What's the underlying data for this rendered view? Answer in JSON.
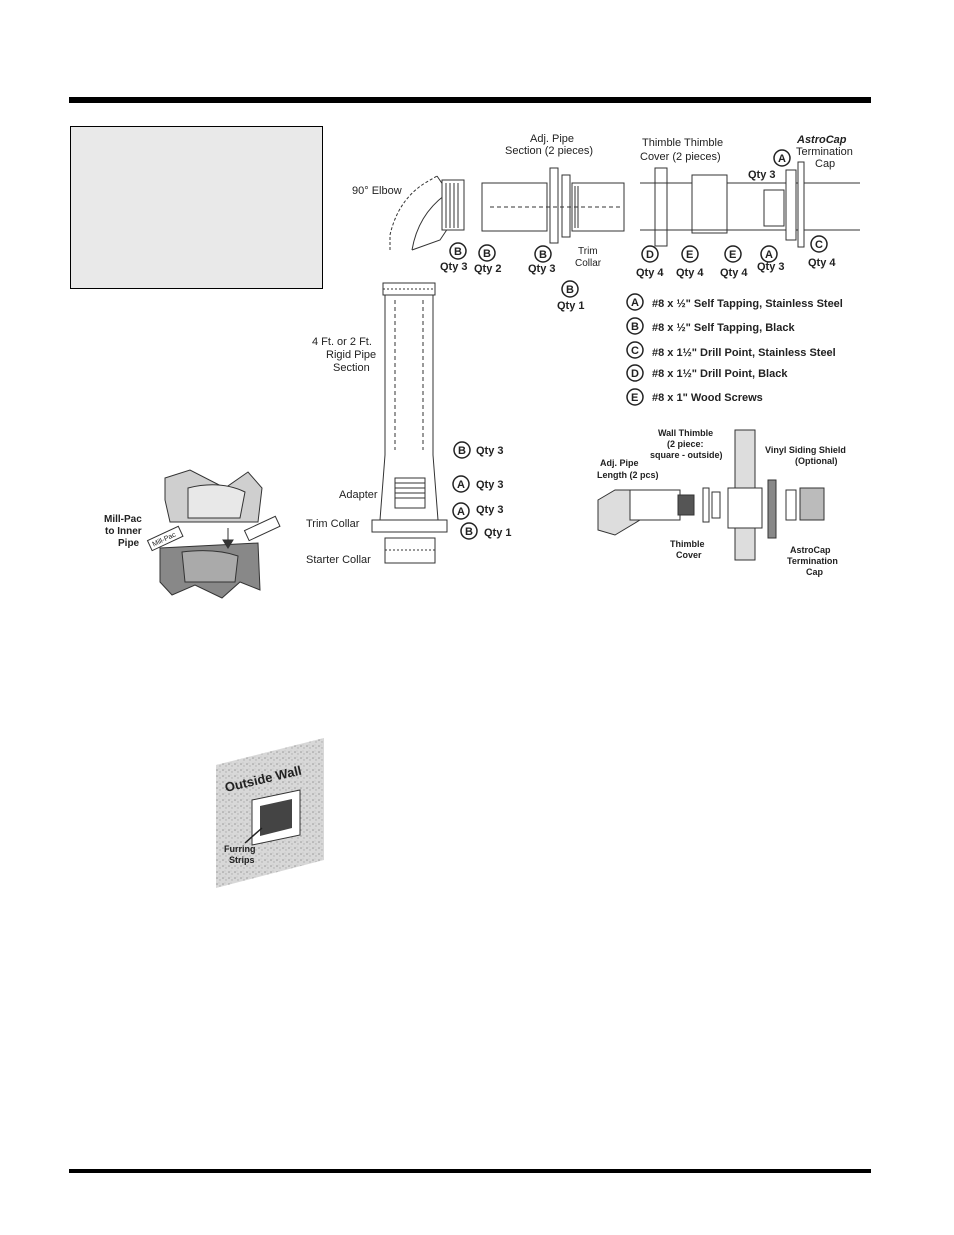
{
  "diagram_main": {
    "adj_pipe_section": [
      "Adj. Pipe",
      "Section (2 pieces)"
    ],
    "thimble_label": [
      "Thimble Thimble",
      "Cover  (2 pieces)"
    ],
    "astrocap_label": [
      "AstroCap",
      "Termination",
      "Cap"
    ],
    "elbow_label": "90° Elbow",
    "trim_collar_upper": [
      "Trim",
      "Collar"
    ],
    "rigid_pipe_label": [
      "4 Ft. or 2 Ft.",
      "Rigid Pipe",
      "Section"
    ],
    "adapter_label": "Adapter",
    "trim_collar_label": "Trim Collar",
    "starter_collar_label": "Starter Collar",
    "callouts": {
      "b_qty3_elbow": {
        "letter": "B",
        "qty": "Qty 3"
      },
      "b_qty2": {
        "letter": "B",
        "qty": "Qty 2"
      },
      "b_qty3_pipe": {
        "letter": "B",
        "qty": "Qty 3"
      },
      "b_qty1_collar": {
        "letter": "B",
        "qty": "Qty 1"
      },
      "d_qty4": {
        "letter": "D",
        "qty": "Qty 4"
      },
      "e_qty4": {
        "letter": "E",
        "qty": "Qty 4"
      },
      "e_qty4b": {
        "letter": "E",
        "qty": "Qty 4"
      },
      "a_qty3": {
        "letter": "A",
        "qty": "Qty 3"
      },
      "c_qty4": {
        "letter": "C",
        "qty": "Qty 4"
      },
      "a_top": {
        "letter": "A",
        "qty": "Qty 3"
      },
      "b_rigid": {
        "letter": "B",
        "qty": "Qty 3"
      },
      "a_adapter": {
        "letter": "A",
        "qty": "Qty 3"
      },
      "a_trim": {
        "letter": "A",
        "qty": "Qty 3"
      },
      "b_trim": {
        "letter": "B",
        "qty": "Qty 1"
      }
    }
  },
  "screw_legend": [
    {
      "letter": "A",
      "text": "#8 x ½\" Self Tapping, Stainless Steel"
    },
    {
      "letter": "B",
      "text": "#8 x ½\" Self Tapping, Black"
    },
    {
      "letter": "C",
      "text": "#8 x 1½\" Drill Point, Stainless Steel"
    },
    {
      "letter": "D",
      "text": "#8 x 1½\" Drill Point, Black"
    },
    {
      "letter": "E",
      "text": "#8 x 1\" Wood Screws"
    }
  ],
  "diagram_wall": {
    "wall_thimble": [
      "Wall Thimble",
      "(2 piece:",
      "square - outside)"
    ],
    "vinyl_shield": [
      "Vinyl Siding Shield",
      "(Optional)"
    ],
    "adj_pipe_length": [
      "Adj. Pipe",
      "Length (2 pcs)"
    ],
    "thimble_cover": [
      "Thimble",
      "Cover"
    ],
    "astrocap_cap": [
      "AstroCap",
      "Termination",
      "Cap"
    ]
  },
  "diagram_millpac": {
    "label": [
      "Mill-Pac",
      "to Inner",
      "Pipe"
    ],
    "tube_text": "Mill-Pac"
  },
  "diagram_outside_wall": {
    "title": "Outside Wall",
    "furring": [
      "Furring",
      "Strips"
    ]
  }
}
